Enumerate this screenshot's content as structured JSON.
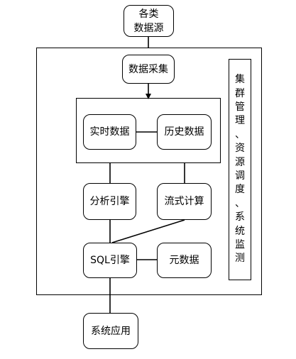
{
  "nodes": {
    "sources": "各类\n数据源",
    "collection": "数据采集",
    "realtime": "实时数据",
    "history": "历史数据",
    "analysis": "分析引擎",
    "stream": "流式计算",
    "sql": "SQL引擎",
    "metadata": "元数据",
    "application": "系统应用"
  },
  "side_panel": "集群管理、资源调度、系统监测"
}
